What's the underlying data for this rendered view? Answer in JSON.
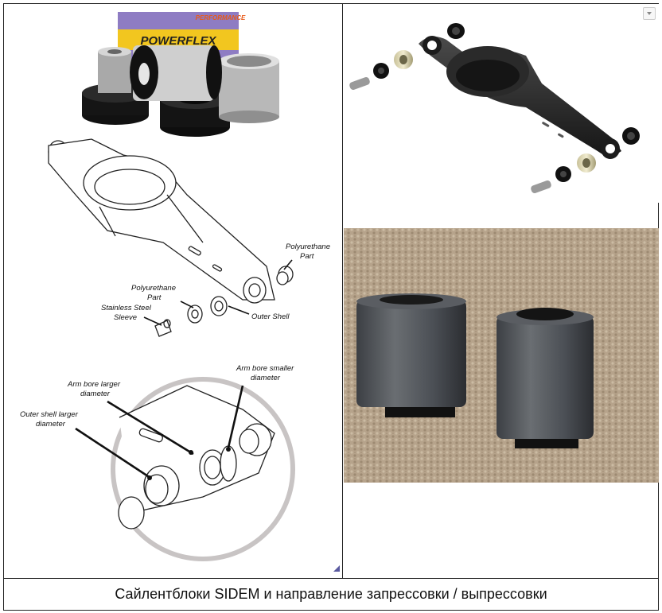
{
  "caption": "Сайлентблоки SIDEM и направление запрессовки / выпрессовки",
  "left_panel": {
    "product_box": {
      "brand_text": "POWERFLEX",
      "tag_text": "PERFORMANCE"
    },
    "diagram_labels": {
      "polyurethane_part_upper": [
        "Polyurethane",
        "Part"
      ],
      "polyurethane_part_middle": [
        "Polyurethane",
        "Part"
      ],
      "stainless_steel_sleeve": [
        "Stainless Steel",
        "Sleeve"
      ],
      "outer_shell": [
        "Outer Shell"
      ]
    },
    "detail_labels": {
      "arm_bore_smaller": [
        "Arm bore smaller",
        "diameter"
      ],
      "arm_bore_larger": [
        "Arm bore larger",
        "diameter"
      ],
      "outer_shell_larger": [
        "Outer shell larger",
        "diameter"
      ]
    }
  },
  "colors": {
    "border": "#222222",
    "metal": "#b9b9b9",
    "rubber": "#111111",
    "box_purple": "#8e7cc3",
    "box_yellow": "#f2c61f",
    "carpet": "#b9a58d",
    "arm_black": "#2a2a2a"
  }
}
